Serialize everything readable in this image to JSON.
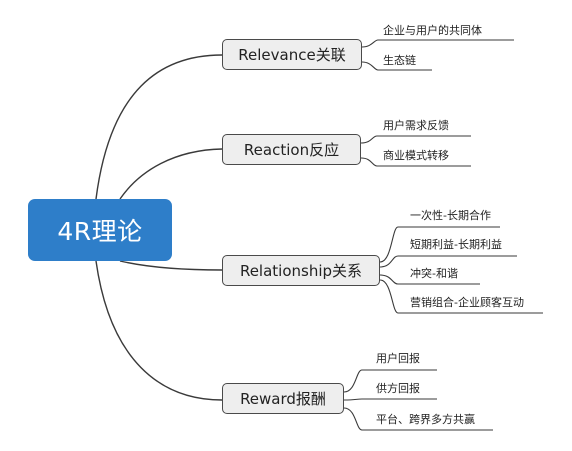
{
  "root": {
    "label": "4R理论"
  },
  "branches": [
    {
      "label": "Relevance关联",
      "leaves": [
        "企业与用户的共同体",
        "生态链"
      ]
    },
    {
      "label": "Reaction反应",
      "leaves": [
        "用户需求反馈",
        "商业模式转移"
      ]
    },
    {
      "label": "Relationship关系",
      "leaves": [
        "一次性-长期合作",
        "短期利益-长期利益",
        "冲突-和谐",
        "营销组合-企业顾客互动"
      ]
    },
    {
      "label": "Reward报酬",
      "leaves": [
        "用户回报",
        "供方回报",
        "平台、跨界多方共赢"
      ]
    }
  ],
  "colors": {
    "root_fill": "#2e7ec9",
    "branch_fill": "#eeeeee",
    "line": "#3a3a3a"
  }
}
